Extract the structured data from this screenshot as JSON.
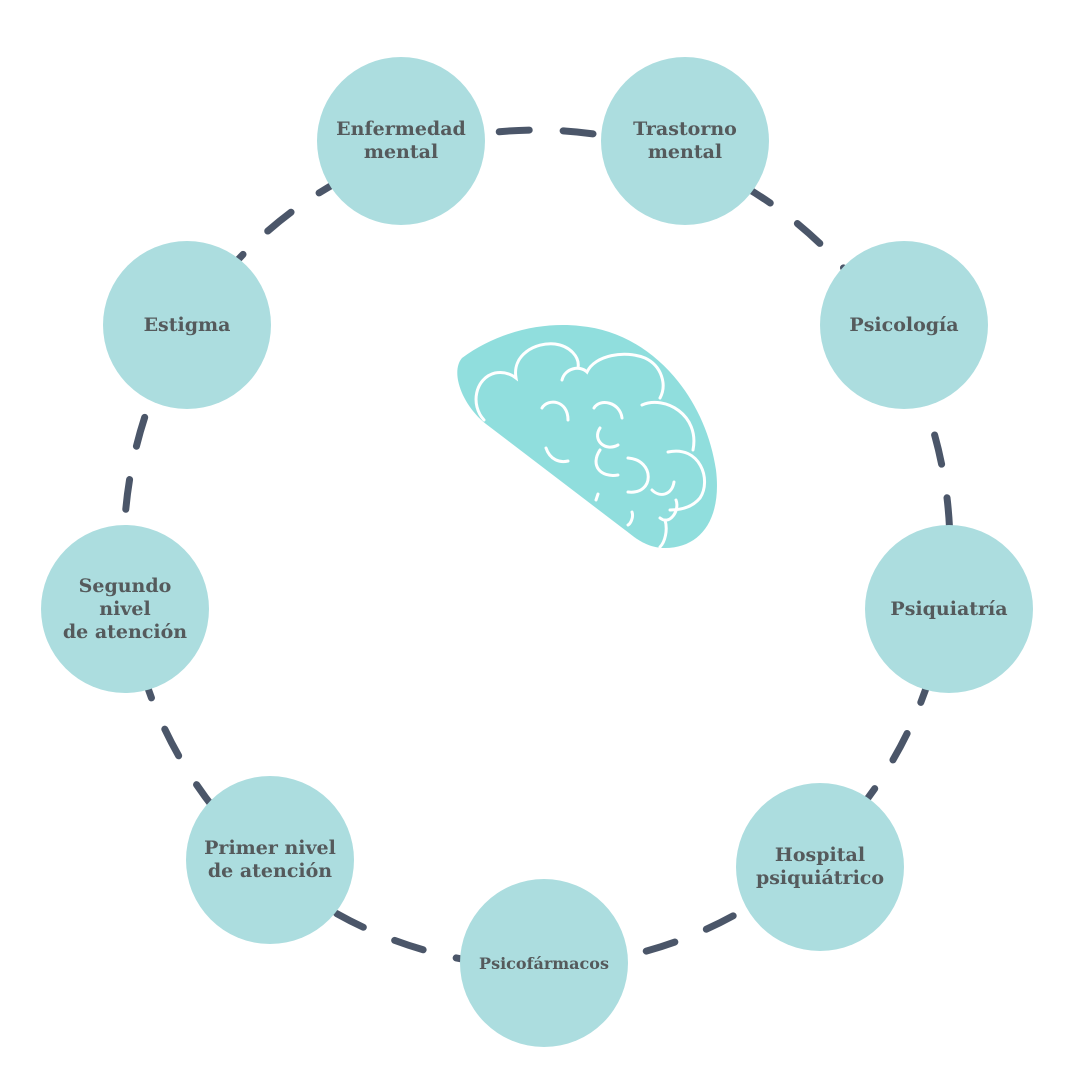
{
  "colors": {
    "node_fill": "#acdddf",
    "ring_dash": "#4b5669",
    "brain_fill": "#90dedd",
    "text": "#555a5c"
  },
  "center_icon": "brain-icon",
  "nodes": [
    {
      "label": "Enfermedad\nmental"
    },
    {
      "label": "Trastorno\nmental"
    },
    {
      "label": "Psicología"
    },
    {
      "label": "Psiquiatría"
    },
    {
      "label": "Hospital\npsiquiátrico"
    },
    {
      "label": "Psicofármacos"
    },
    {
      "label": "Primer nivel\nde atención"
    },
    {
      "label": "Segundo\nnivel\nde atención"
    },
    {
      "label": "Estigma"
    }
  ]
}
